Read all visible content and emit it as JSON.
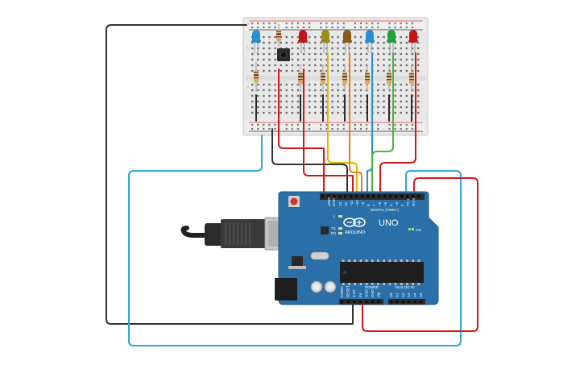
{
  "board": {
    "model": "UNO",
    "brand": "ARDUINO",
    "digital_label": "DIGITAL (PWM~)",
    "power_label": "POWER",
    "analog_label": "ANALOG IN",
    "aref_label": "AREF",
    "gnd_label": "GND",
    "tx_label": "TX",
    "rx_label": "RX",
    "l_label": "L",
    "on_label": "ON",
    "digital_pins": [
      "13",
      "12",
      "~11",
      "~10",
      "~9",
      "8",
      "7",
      "~6",
      "~5",
      "4",
      "~3",
      "2",
      "TX 1",
      "RX 0"
    ],
    "power_pins": [
      "IOREF",
      "RESET",
      "3.3V",
      "5V",
      "GND",
      "GND",
      "Vin"
    ],
    "analog_pins": [
      "A0",
      "A1",
      "A2",
      "A3",
      "A4",
      "A5"
    ],
    "colors": {
      "board": "#2a6fa8",
      "header": "#2c2c2c"
    }
  },
  "breadboard": {
    "row_letters_top": [
      "j",
      "i",
      "h",
      "g",
      "f"
    ],
    "row_letters_bottom": [
      "e",
      "d",
      "c",
      "b",
      "a"
    ],
    "rail_plus": "+",
    "rail_minus": "-"
  },
  "leds": [
    {
      "name": "blue",
      "color": "#2a8fd0"
    },
    {
      "name": "red",
      "color": "#c0161b"
    },
    {
      "name": "olive",
      "color": "#9c8a1a"
    },
    {
      "name": "brown",
      "color": "#8a5a1a"
    },
    {
      "name": "blue",
      "color": "#2a8fd0"
    },
    {
      "name": "green",
      "color": "#1fa33a"
    },
    {
      "name": "red",
      "color": "#c0161b"
    }
  ],
  "wire_colors": {
    "black": "#333333",
    "red": "#d0181b",
    "yellow": "#e6b400",
    "orange": "#e0841a",
    "blue": "#2a8fd0",
    "green": "#46b83a",
    "cyan": "#2fa6d8"
  }
}
